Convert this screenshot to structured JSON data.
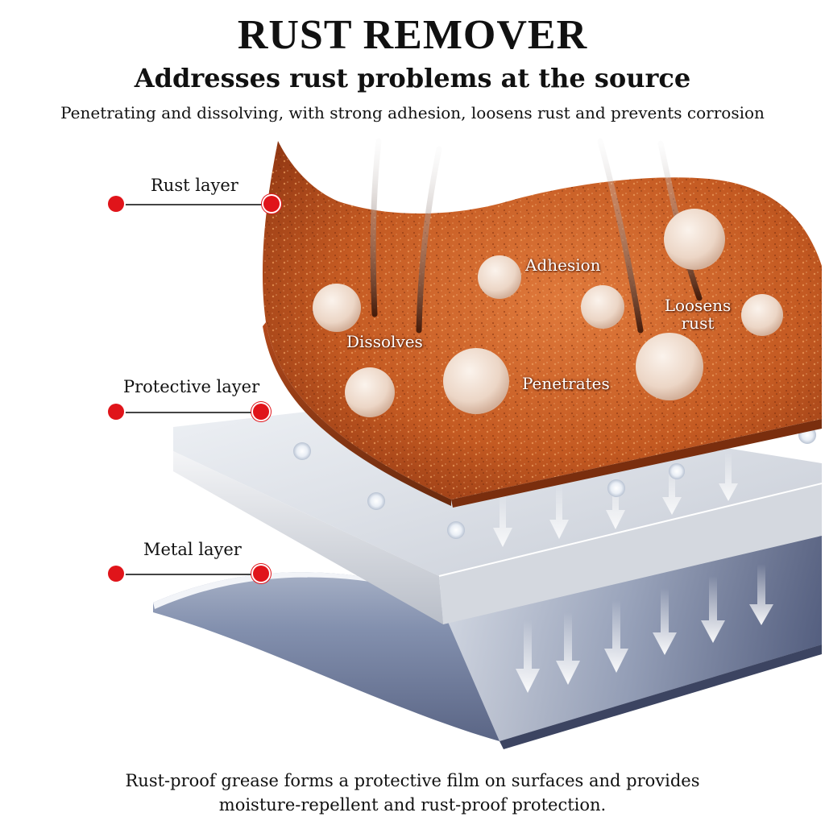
{
  "header": {
    "title": "RUST REMOVER",
    "subtitle": "Addresses rust problems at the source",
    "tagline": "Penetrating and dissolving, with strong adhesion, loosens rust and prevents corrosion"
  },
  "layers": {
    "rust": "Rust layer",
    "protective": "Protective layer",
    "metal": "Metal layer"
  },
  "callouts": {
    "adhesion": "Adhesion",
    "loosens_line1": "Loosens",
    "loosens_line2": "rust",
    "dissolves": "Dissolves",
    "penetrates": "Penetrates"
  },
  "footer": {
    "line1": "Rust-proof grease forms a protective film on surfaces and provides",
    "line2": "moisture-repellent and rust-proof protection."
  },
  "colors": {
    "accent_dot": "#e0141a",
    "rust": "#c0561f",
    "protective": "#d9dde3",
    "metal": "#7b8aa8"
  }
}
